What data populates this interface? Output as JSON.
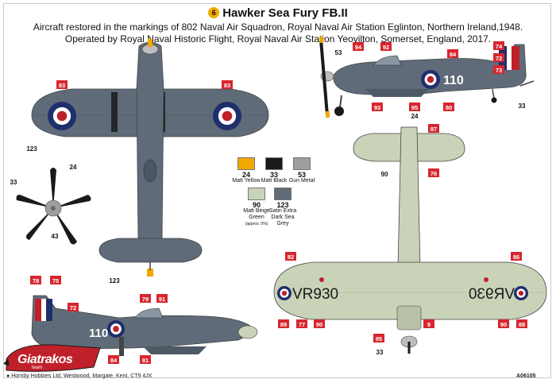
{
  "header": {
    "badge": "6",
    "title": "Hawker Sea Fury FB.II",
    "line1": "Aircraft restored in the markings of 802 Naval Air Squadron, Royal Naval Air Station Eglinton, Northern Ireland,1948.",
    "line2": "Operated by Royal Naval Historic Flight, Royal Naval Air Station Yeovilton, Somerset, England, 2017."
  },
  "paints": [
    {
      "num": "24",
      "name": "Matt Yellow",
      "color": "#f0a800"
    },
    {
      "num": "33",
      "name": "Matt Black",
      "color": "#1a1a1a"
    },
    {
      "num": "53",
      "name": "Gun Metal",
      "color": "#9e9e9e"
    },
    {
      "num": "90",
      "name": "Matt Beige Green",
      "note": "(approx. 0%)",
      "color": "#c9d3b8"
    },
    {
      "num": "123",
      "name": "Satin Extra Dark Sea Grey",
      "color": "#5f6b78"
    }
  ],
  "decals": [
    "83",
    "83",
    "94",
    "92",
    "84",
    "74",
    "72",
    "73",
    "93",
    "95",
    "80",
    "87",
    "76",
    "78",
    "75",
    "72",
    "79",
    "91",
    "84",
    "81",
    "82",
    "86",
    "89",
    "77",
    "90",
    "9",
    "88",
    "85"
  ],
  "callouts": [
    "53",
    "33",
    "123",
    "24",
    "43",
    "123",
    "24",
    "90",
    "33",
    "33",
    "123"
  ],
  "serials": {
    "tail_code": "110",
    "fuselage_serial": "VR930"
  },
  "logo": {
    "text": "Giatrakos",
    "sub": "team"
  },
  "footer": {
    "company": "Hornby Hobbies Ltd, Westwood, Margate, Kent, CT9 4JX",
    "code": "A06105"
  },
  "colors": {
    "dark_sea_grey": "#5f6b78",
    "sky": "#c9d3b8",
    "roundel_blue": "#1f2f6b",
    "roundel_red": "#c0202a",
    "decal_red": "#d7262e"
  }
}
